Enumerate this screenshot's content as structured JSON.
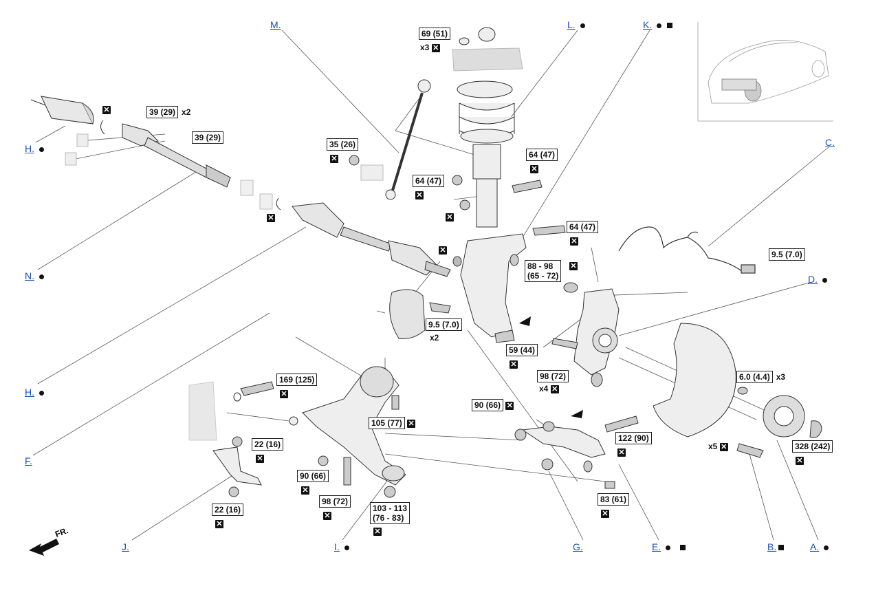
{
  "labels": {
    "A": "A.",
    "B": "B.",
    "C": "C.",
    "D": "D.",
    "E": "E.",
    "F": "F.",
    "G": "G.",
    "H": "H.",
    "I": "I.",
    "J": "J.",
    "K": "K.",
    "L": "L.",
    "M": "M.",
    "N": "N."
  },
  "torque": {
    "t69": "69 (51)",
    "t69q": "x3",
    "t39a": "39 (29)",
    "t39aq": "x2",
    "t39b": "39 (29)",
    "t35": "35 (26)",
    "t64a": "64 (47)",
    "t64b": "64 (47)",
    "t64c": "64 (47)",
    "t95a": "9.5 (7.0)",
    "t8898a": "88 - 98",
    "t8898b": "(65 - 72)",
    "t95b": "9.5 (7.0)",
    "t95bq": "x2",
    "t59": "59 (44)",
    "t98a": "98 (72)",
    "t98aq": "x4",
    "t60": "6.0 (4.4)",
    "t60q": "x3",
    "t169": "169 (125)",
    "t105": "105 (77)",
    "t90a": "90 (66)",
    "t122": "122 (90)",
    "t328": "328 (242)",
    "x5": "x5",
    "t22a": "22 (16)",
    "t90b": "90 (66)",
    "t98b": "98 (72)",
    "t103a": "103 - 113",
    "t103b": "(76 - 83)",
    "t83": "83 (61)",
    "t22b": "22 (16)"
  },
  "direction": "FR.",
  "colors": {
    "link": "#1a4fb3",
    "line": "#555555",
    "ink": "#111111"
  }
}
